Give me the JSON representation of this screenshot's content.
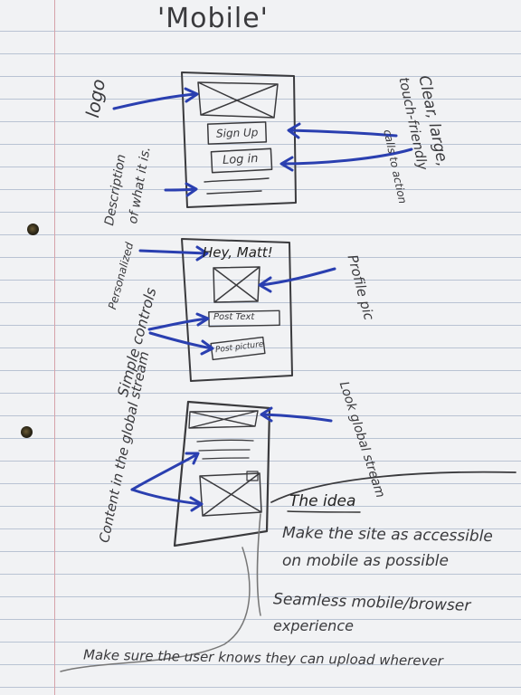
{
  "title": "'Mobile'",
  "screens": {
    "login": {
      "sign_up": "Sign Up",
      "log_in": "Log in"
    },
    "profile": {
      "greeting": "Hey, Matt!",
      "post_text": "Post Text",
      "post_picture": "Post picture"
    }
  },
  "annotations": {
    "logo": "logo",
    "clear_large": "Clear, large,",
    "touch_friendly": "touch-friendly",
    "calls_to_action": "calls to action",
    "description": "Description",
    "of_what_it_is": "of what it is.",
    "personalized": "Personalized",
    "profile_pic": "Profile pic",
    "simple_controls": "Simple controls",
    "look_global_stream": "Look global stream",
    "content_in_stream": "Content in the global stream"
  },
  "notes": {
    "heading": "The idea",
    "line1a": "Make the site as accessible",
    "line1b": "on mobile as possible",
    "line2a": "Seamless mobile/browser",
    "line2b": "experience",
    "line3": "Make sure the user knows they can upload wherever"
  },
  "colors": {
    "paper": "#f1f2f4",
    "rule_line": "#b9c3d3",
    "pencil": "#3a3a3d",
    "arrow_ink": "#2a3fb0"
  }
}
